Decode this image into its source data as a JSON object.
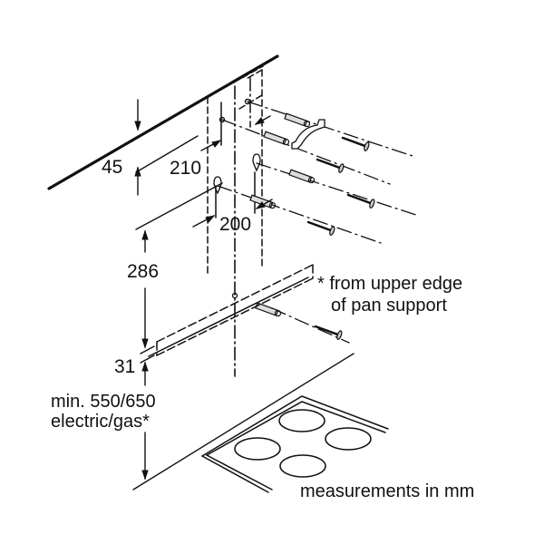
{
  "diagram": {
    "title": "Wall-mounted cooker hood installation dimensions",
    "dimensions": {
      "top_offset": "45",
      "bracket_vertical": "210",
      "bracket_spacing": "200",
      "rail_height": "286",
      "rail_offset": "31"
    },
    "notes": {
      "min_height_line1": "min. 550/650",
      "min_height_line2": "electric/gas*",
      "footnote_line1": "* from upper edge",
      "footnote_line2": "of pan support",
      "units": "measurements in mm"
    },
    "parts": [
      "ceiling-edge",
      "hood-outline",
      "wall-plugs",
      "screws",
      "mounting-bracket",
      "bottom-rail",
      "hob"
    ],
    "colors": {
      "line": "#111111",
      "background": "#ffffff"
    }
  }
}
